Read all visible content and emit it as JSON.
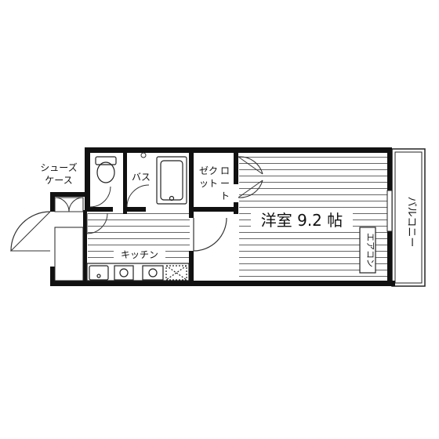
{
  "rooms": {
    "shoe_case": {
      "line1": "シューズ",
      "line2": "ケース"
    },
    "bath": "バス",
    "closet": {
      "line1": "ゼク",
      "line2": "ット",
      "line3": "ロ",
      "line4": "ー",
      "line5": "ト"
    },
    "western_room": "洋室 9.2 帖",
    "kitchen": "キッチン",
    "aircon": "エアコン",
    "balcony": "バルコニー"
  },
  "colors": {
    "wall": "#111111",
    "line": "#333333",
    "floor_hatch": "#555555",
    "background": "#ffffff"
  }
}
